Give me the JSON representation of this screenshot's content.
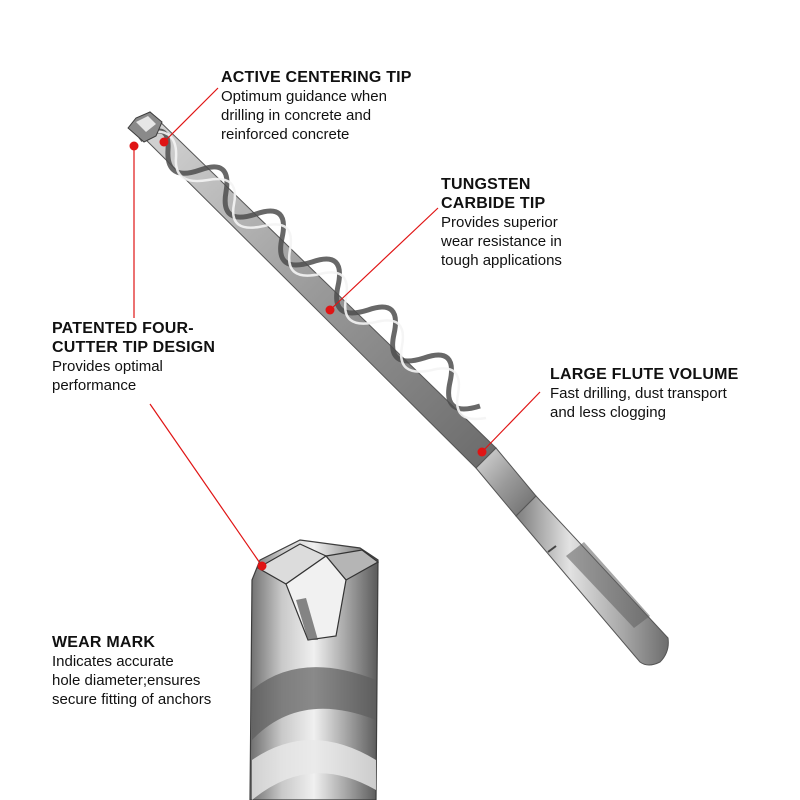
{
  "accent_color": "#e01414",
  "callouts": {
    "centering_tip": {
      "title": "ACTIVE CENTERING TIP",
      "desc": "Optimum guidance when\ndrilling in concrete and\nreinforced concrete"
    },
    "tungsten_carbide": {
      "title": "TUNGSTEN\nCARBIDE TIP",
      "desc": "Provides superior\nwear resistance in\ntough applications"
    },
    "four_cutter": {
      "title": "PATENTED FOUR-\nCUTTER TIP DESIGN",
      "desc": "Provides optimal\nperformance"
    },
    "flute_volume": {
      "title": "LARGE FLUTE VOLUME",
      "desc": "Fast drilling, dust transport\nand less clogging"
    },
    "wear_mark": {
      "title": "WEAR MARK",
      "desc": "Indicates accurate\nhole diameter;ensures\nsecure fitting of anchors"
    }
  }
}
